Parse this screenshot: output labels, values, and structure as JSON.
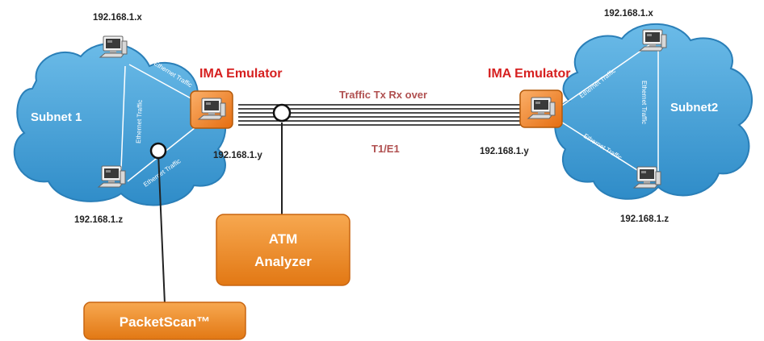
{
  "left_network": {
    "subnet_label": "Subnet 1",
    "top_host_ip": "192.168.1.x",
    "bottom_host_ip": "192.168.1.z",
    "emulator_ip": "192.168.1.y",
    "link_label_1": "Ethernet Traffic",
    "link_label_2": "Ethernet Traffic",
    "link_label_3": "Ethernet Traffic"
  },
  "right_network": {
    "subnet_label": "Subnet2",
    "top_host_ip": "192.168.1.x",
    "bottom_host_ip": "192.168.1.z",
    "emulator_ip": "192.168.1.y",
    "link_label_1": "Ethernet Traffic",
    "link_label_2": "Ethernet Traffic",
    "link_label_3": "Ethernet Traffic"
  },
  "emulator_left_title": "IMA Emulator",
  "emulator_right_title": "IMA Emulator",
  "trunk": {
    "label_top": "Traffic Tx Rx over",
    "label_bottom": "T1/E1"
  },
  "analyzer": {
    "line1": "ATM",
    "line2": "Analyzer"
  },
  "packetscan": {
    "label": "PacketScan™"
  },
  "colors": {
    "cloud": "#3e9bd3",
    "cloud_edge": "#2a7fb8",
    "orange_box": "#f08a24",
    "emulator_title": "#d62020",
    "trunk_label": "#b05050"
  }
}
